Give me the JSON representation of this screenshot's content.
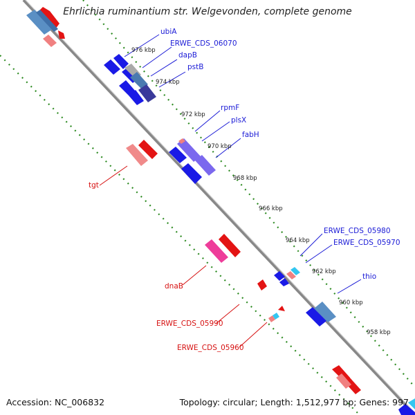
{
  "title": "Ehrlichia ruminantium str. Welgevonden, complete genome",
  "footer": {
    "accession_label": "Accession: NC_006832",
    "summary": "Topology: circular; Length: 1,512,977 bp; Genes: 997"
  },
  "colors": {
    "forward_gene": "#1a1ae6",
    "reverse_gene": "#e31414",
    "forward_label": "#1a1ad6",
    "reverse_label": "#d60f0f",
    "backbone": "#888888",
    "dots": "#2e8b22"
  },
  "ticks": [
    "976 kbp",
    "974 kbp",
    "972 kbp",
    "970 kbp",
    "968 kbp",
    "966 kbp",
    "964 kbp",
    "962 kbp",
    "960 kbp",
    "958 kbp"
  ],
  "forward_labels": [
    "ubiA",
    "ERWE_CDS_06070",
    "dapB",
    "pstB",
    "rpmF",
    "plsX",
    "fabH",
    "ERWE_CDS_05980",
    "ERWE_CDS_05970",
    "thio"
  ],
  "reverse_labels": [
    "tgt",
    "dnaB",
    "ERWE_CDS_05990",
    "ERWE_CDS_05960"
  ]
}
